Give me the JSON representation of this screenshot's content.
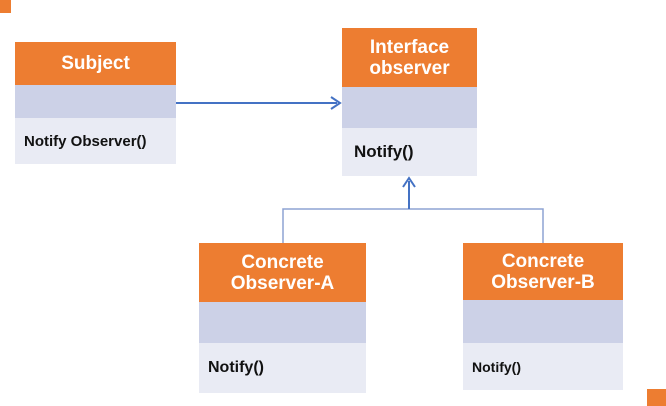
{
  "colors": {
    "orange": "#ED7D31",
    "band_middle": "#CCD1E7",
    "band_bottom": "#E9EBF4",
    "title_text": "#FFFFFF",
    "method_text": "#111111",
    "arrow_blue": "#4472C4",
    "connector_blue": "#8DA3D3"
  },
  "diagram": {
    "subject": {
      "title_lines": [
        "Subject"
      ],
      "method": "Notify Observer()"
    },
    "interface_observer": {
      "title_lines": [
        "Interface",
        "observer"
      ],
      "method": "Notify()"
    },
    "concrete_observer_a": {
      "title_lines": [
        "Concrete",
        "Observer-A"
      ],
      "method": "Notify()"
    },
    "concrete_observer_b": {
      "title_lines": [
        "Concrete",
        "Observer-B"
      ],
      "method": "Notify()"
    },
    "relations": [
      {
        "from": "Subject",
        "to": "Interface observer",
        "type": "association-arrow"
      },
      {
        "from": "Concrete Observer-A",
        "to": "Interface observer",
        "type": "generalization"
      },
      {
        "from": "Concrete Observer-B",
        "to": "Interface observer",
        "type": "generalization"
      }
    ]
  }
}
